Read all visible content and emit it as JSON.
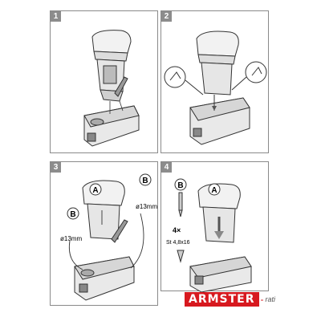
{
  "steps": [
    {
      "number": "1"
    },
    {
      "number": "2"
    },
    {
      "number": "3",
      "callouts": {
        "a": "A",
        "b1": "B",
        "b1_size": "ø13mm",
        "b2": "B",
        "b2_size": "ø13mm"
      }
    },
    {
      "number": "4",
      "callouts": {
        "b": "B",
        "a": "A",
        "qty": "4×",
        "screw": "St 4,8x16"
      }
    }
  ],
  "brand": {
    "name": "ARMSTER",
    "sub": "rati"
  },
  "colors": {
    "brand_red": "#d7191f",
    "badge_gray": "#8c8c8c",
    "line": "#333333"
  }
}
